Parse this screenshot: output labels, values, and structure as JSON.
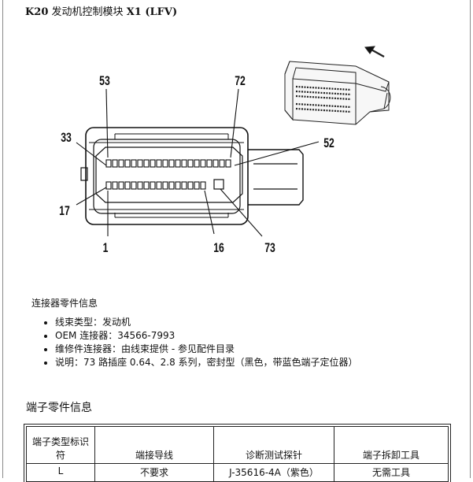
{
  "document": {
    "title_code": "K20",
    "title_name": "发动机控制模块",
    "title_connector": "X1 (LFV)"
  },
  "diagram": {
    "pin_labels": {
      "p53": "53",
      "p72": "72",
      "p33": "33",
      "p52": "52",
      "p17": "17",
      "p1": "1",
      "p16": "16",
      "p73": "73"
    }
  },
  "connector_info": {
    "heading": "连接器零件信息",
    "items": [
      "线束类型：发动机",
      "OEM 连接器：34566-7993",
      "维修件连接器：由线束提供 - 参见配件目录",
      "说明：73 路插座 0.64、2.8 系列，密封型（黑色，带蓝色端子定位器）"
    ]
  },
  "terminal_info": {
    "heading": "端子零件信息",
    "columns": [
      "端子类型标识符",
      "端接导线",
      "诊断测试探针",
      "端子拆卸工具"
    ],
    "rows": [
      [
        "L",
        "不要求",
        "J-35616-4A（紫色）",
        "无需工具"
      ]
    ]
  }
}
